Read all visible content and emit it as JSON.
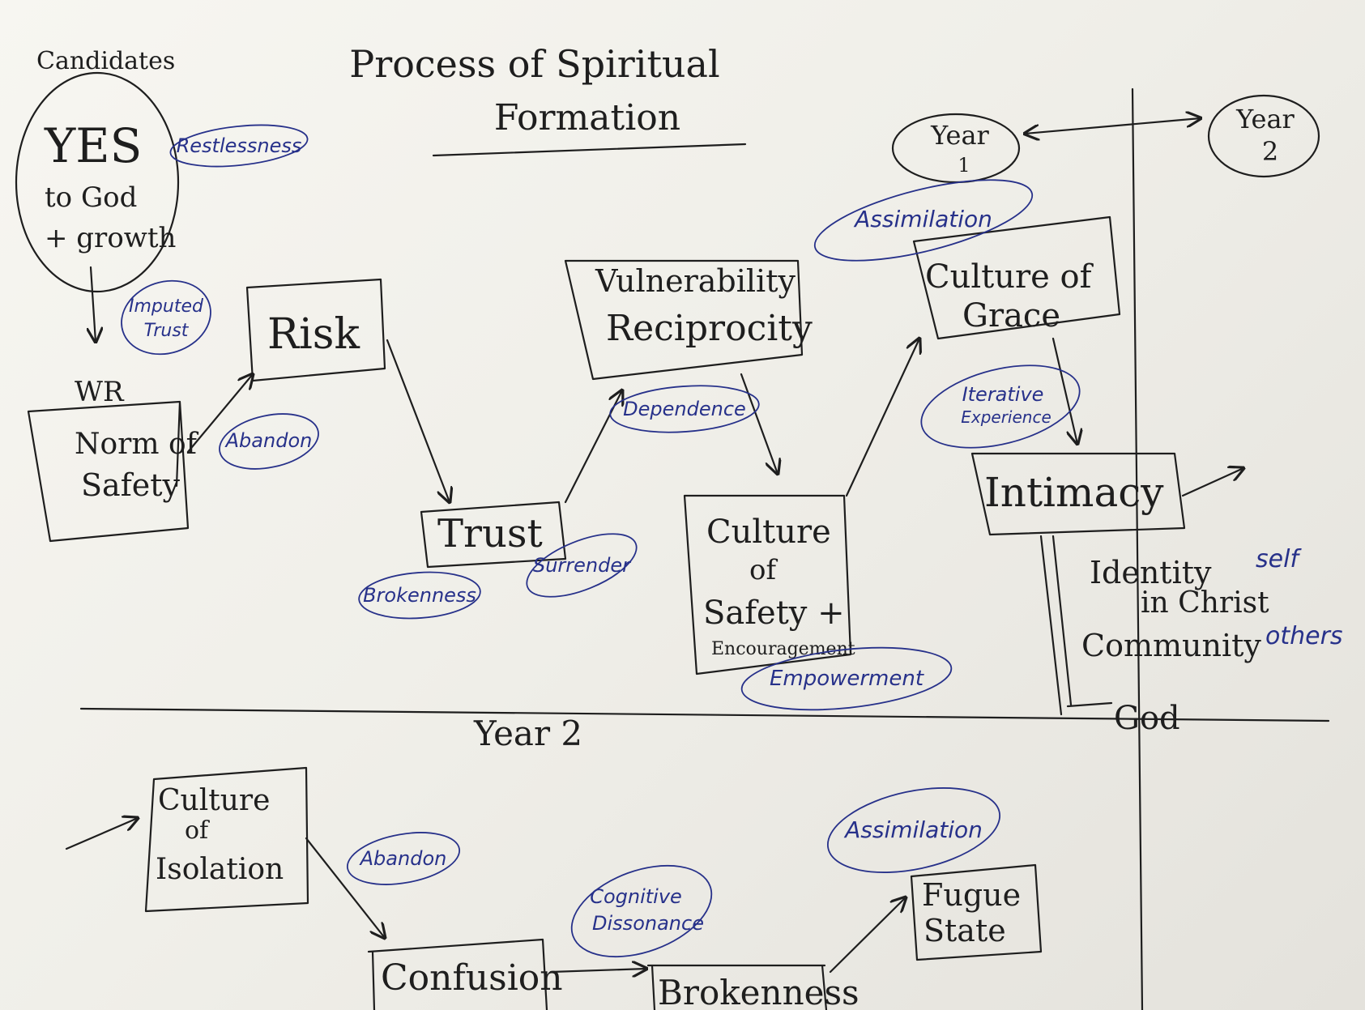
{
  "title": {
    "line1": "Process of Spiritual",
    "line2": "Formation"
  },
  "candidates": {
    "label": "Candidates",
    "yes": "YES",
    "line2": "to God",
    "line3": "+ growth"
  },
  "year1_oval": {
    "line1": "Year",
    "line2": "1"
  },
  "year2_oval": {
    "line1": "Year",
    "line2": "2"
  },
  "wr_label": "WR",
  "boxes": {
    "norm_of_safety": {
      "line1": "Norm of",
      "line2": "Safety"
    },
    "risk": {
      "line1": "Risk"
    },
    "trust": {
      "line1": "Trust"
    },
    "vulnerability_reciprocity": {
      "line1": "Vulnerability",
      "line2": "Reciprocity"
    },
    "culture_of_grace": {
      "line1": "Culture of",
      "line2": "Grace"
    },
    "culture_of_safety": {
      "line1": "Culture",
      "line2": "of",
      "line3": "Safety +",
      "line4": "Encouragement"
    },
    "intimacy": {
      "line1": "Intimacy"
    },
    "culture_of_isolation": {
      "line1": "Culture",
      "line2": "of",
      "line3": "Isolation"
    },
    "confusion": {
      "line1": "Confusion"
    },
    "brokenness": {
      "line1": "Brokenness"
    },
    "fugue_state": {
      "line1": "Fugue",
      "line2": "State"
    }
  },
  "blue_ovals": {
    "restlessness": {
      "line1": "Restlessness"
    },
    "imputed_trust": {
      "line1": "Imputed",
      "line2": "Trust"
    },
    "abandon1": {
      "line1": "Abandon"
    },
    "brokenness1": {
      "line1": "Brokenness"
    },
    "surrender": {
      "line1": "Surrender"
    },
    "dependence": {
      "line1": "Dependence"
    },
    "assimilation1": {
      "line1": "Assimilation"
    },
    "iterative": {
      "line1": "Iterative",
      "line2": "Experience"
    },
    "empowerment": {
      "line1": "Empowerment"
    },
    "abandon2": {
      "line1": "Abandon"
    },
    "cognitive": {
      "line1": "Cognitive",
      "line2": "Dissonance"
    },
    "assimilation2": {
      "line1": "Assimilation"
    }
  },
  "intimacy_list": {
    "identity": "Identity",
    "in_christ": "in Christ",
    "community": "Community",
    "god": "God",
    "self_note": "self",
    "others_note": "others"
  },
  "year2_heading": "Year 2",
  "colors": {
    "ink": "#1e1e1e",
    "blue_ink": "#27318a",
    "paper": "#f7f6f1"
  }
}
